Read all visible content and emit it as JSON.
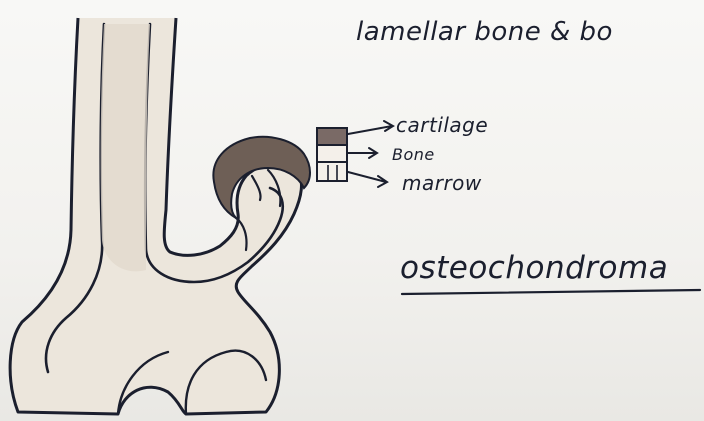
{
  "header_text": "lamellar bone & bo",
  "labels": {
    "cartilage": "cartilage",
    "bone": "Bone",
    "marrow": "marrow"
  },
  "title": "osteochondroma",
  "colors": {
    "ink": "#1b1f2e",
    "cartilage_fill": "#6e5f56",
    "bone_fill": "#ece6dc",
    "paper": "#f4f3f0",
    "legend_cartilage": "#7a6a66"
  }
}
